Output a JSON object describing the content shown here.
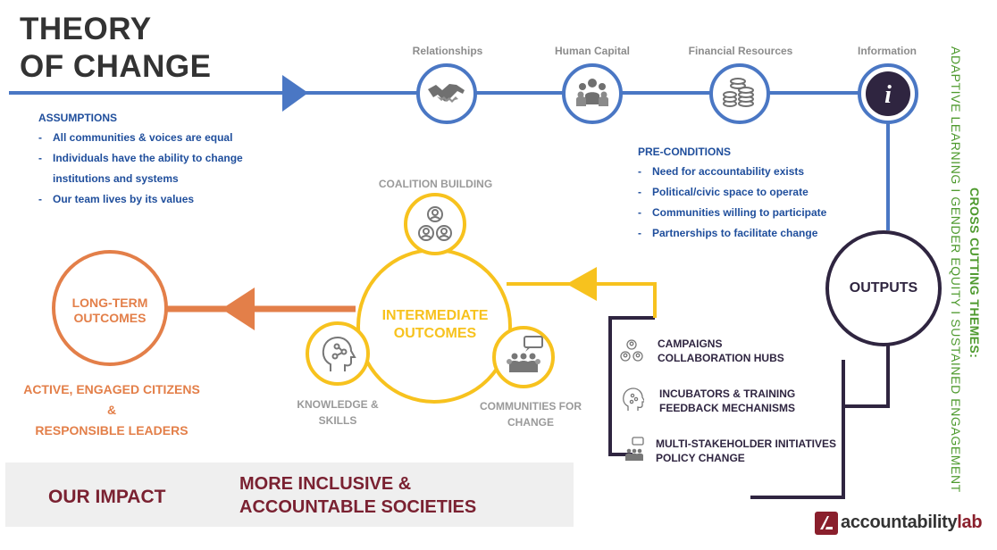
{
  "title": {
    "line1": "THEORY",
    "line2": "OF CHANGE"
  },
  "resources": [
    {
      "label": "Relationships",
      "icon": "handshake-icon"
    },
    {
      "label": "Human Capital",
      "icon": "people-group-icon"
    },
    {
      "label": "Financial Resources",
      "icon": "coins-stack-icon"
    },
    {
      "label": "Information",
      "icon": "info-icon"
    }
  ],
  "assumptions": {
    "heading": "ASSUMPTIONS",
    "items": [
      "All communities & voices are equal",
      "Individuals have the ability to change",
      "institutions and systems",
      "Our team lives by its values"
    ]
  },
  "preconditions": {
    "heading": "PRE-CONDITIONS",
    "items": [
      "Need for accountability exists",
      "Political/civic space to operate",
      "Communities willing to participate",
      "Partnerships to facilitate change"
    ]
  },
  "intermediate": {
    "label_line1": "INTERMEDIATE",
    "label_line2": "OUTCOMES",
    "coalition": "COALITION BUILDING",
    "knowledge_line1": "KNOWLEDGE &",
    "knowledge_line2": "SKILLS",
    "communities_line1": "COMMUNITIES FOR",
    "communities_line2": "CHANGE"
  },
  "longterm": {
    "label_line1": "LONG-TERM",
    "label_line2": "OUTCOMES",
    "citizens_line1": "ACTIVE, ENGAGED CITIZENS",
    "citizens_line2": "&",
    "citizens_line3": "RESPONSIBLE LEADERS"
  },
  "outputs": {
    "label": "OUTPUTS",
    "groups": [
      {
        "line1": "CAMPAIGNS",
        "line2": "COLLABORATION HUBS",
        "icon": "people-network-icon"
      },
      {
        "line1": "INCUBATORS & TRAINING",
        "line2": "FEEDBACK MECHANISMS",
        "icon": "head-network-icon"
      },
      {
        "line1": "MULTI-STAKEHOLDER INITIATIVES",
        "line2": "POLICY CHANGE",
        "icon": "audience-speech-icon"
      }
    ]
  },
  "cross_cutting": {
    "heading": "CROSS CUTTING THEMES:",
    "themes": "ADAPTIVE  LEARNING  I  GENDER EQUITY I  SUSTAINED ENGAGEMENT"
  },
  "impact": {
    "label": "OUR IMPACT",
    "line1": "MORE INCLUSIVE &",
    "line2": "ACCOUNTABLE SOCIETIES"
  },
  "logo": {
    "part1": "accountability",
    "part2": "lab"
  },
  "colors": {
    "blue": "#4a77c4",
    "navy_text": "#1f4e9c",
    "yellow": "#f7c21e",
    "orange": "#e37f49",
    "dark_purple": "#2f2540",
    "maroon": "#7a2131",
    "green": "#4e9a2e",
    "gray": "#8c8c8c"
  }
}
